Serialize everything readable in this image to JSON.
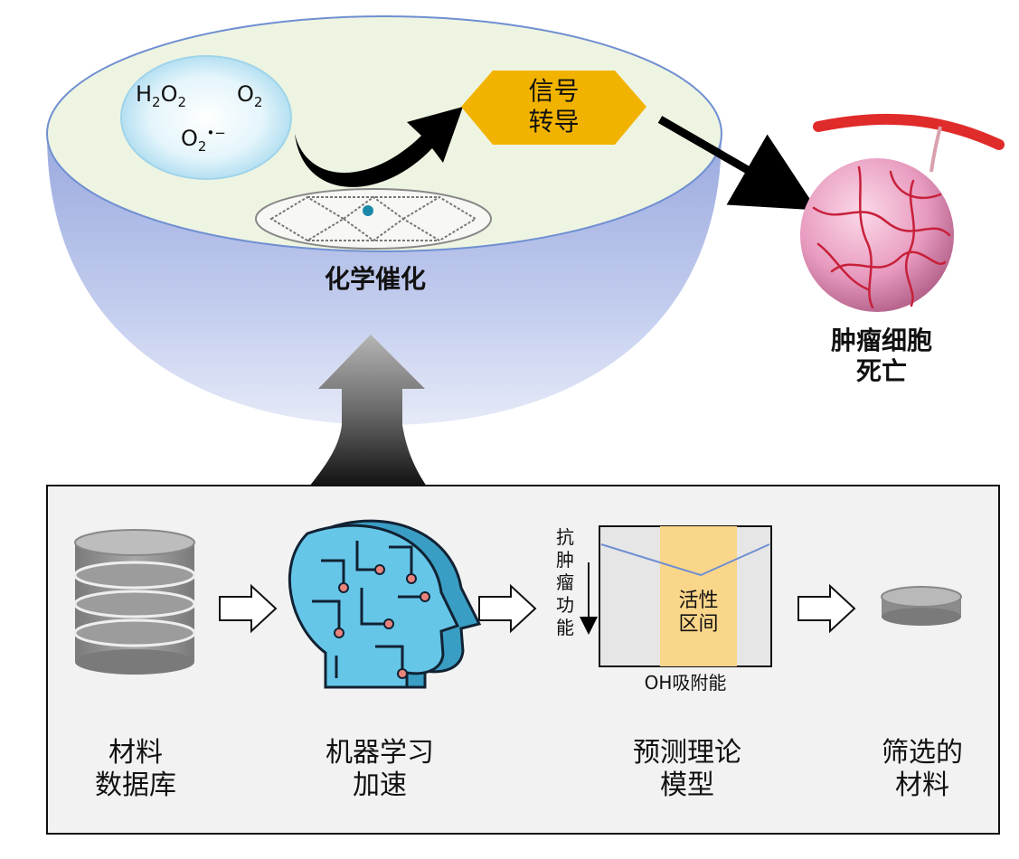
{
  "top": {
    "species": {
      "h2o2": {
        "base": "H",
        "sub1": "2",
        "mid": "O",
        "sub2": "2"
      },
      "o2": {
        "base": "O",
        "sub": "2"
      },
      "superoxide": {
        "base": "O",
        "sub": "2",
        "sup": "•−"
      }
    },
    "signal_label": [
      "信号",
      "转导"
    ],
    "catalysis_label": "化学催化",
    "tumor_label": [
      "肿瘤细胞",
      "死亡"
    ]
  },
  "pipeline": {
    "steps": [
      {
        "label": [
          "材料",
          "数据库"
        ]
      },
      {
        "label": [
          "机器学习",
          "加速"
        ]
      },
      {
        "label": [
          "预测理论",
          "模型"
        ]
      },
      {
        "label": [
          "筛选的",
          "材料"
        ]
      }
    ],
    "model": {
      "y_label": [
        "抗",
        "肿",
        "瘤",
        "功",
        "能"
      ],
      "active_region": [
        "活性",
        "区间"
      ],
      "x_label": "OH吸附能"
    }
  },
  "colors": {
    "signal_fill": "#f2b300",
    "bowl_inner": "#eef4e2",
    "bowl_outer": "#8f9fd9",
    "droplet": "#bfe6f3",
    "head": "#66c6e8",
    "active_band": "#fad68a",
    "pipeline_bg": "#f2f2f2"
  }
}
